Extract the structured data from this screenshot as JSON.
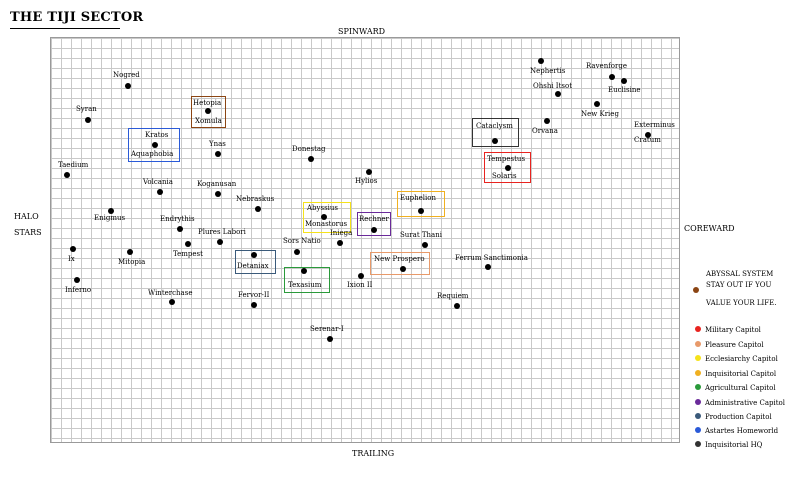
{
  "title": "THE TIJI SECTOR",
  "directions": {
    "top": "SPINWARD",
    "bottom": "TRAILING",
    "right": "COREWARD",
    "left_line1": "HALO",
    "left_line2": "STARS"
  },
  "systems": [
    {
      "name": "Nogred"
    },
    {
      "name": "Syran"
    },
    {
      "name": "Hetopia"
    },
    {
      "name": "Xomula"
    },
    {
      "name": "Kratos"
    },
    {
      "name": "Aquaphobia"
    },
    {
      "name": "Ynas"
    },
    {
      "name": "Taedium"
    },
    {
      "name": "Volcania"
    },
    {
      "name": "Koganusan"
    },
    {
      "name": "Nebraskus"
    },
    {
      "name": "Enigmus"
    },
    {
      "name": "Endrythis"
    },
    {
      "name": "Plures Labori"
    },
    {
      "name": "Tempest"
    },
    {
      "name": "Ix"
    },
    {
      "name": "Mitopia"
    },
    {
      "name": "Inferno"
    },
    {
      "name": "Winterchase"
    },
    {
      "name": "Detaniax"
    },
    {
      "name": "Fervor-II"
    },
    {
      "name": "Sors Natio"
    },
    {
      "name": "Texasium"
    },
    {
      "name": "Donestag"
    },
    {
      "name": "Abyssius"
    },
    {
      "name": "Monastorus"
    },
    {
      "name": "Iniega"
    },
    {
      "name": "Hylios"
    },
    {
      "name": "Rechner"
    },
    {
      "name": "Euphelion"
    },
    {
      "name": "Surat Thani"
    },
    {
      "name": "New Prospero"
    },
    {
      "name": "Ixion II"
    },
    {
      "name": "Serenar-I"
    },
    {
      "name": "Ferrum Sanctimonia"
    },
    {
      "name": "Requiem"
    },
    {
      "name": "Cataclysm"
    },
    {
      "name": "Tempestus"
    },
    {
      "name": "Solaris"
    },
    {
      "name": "Nephertis"
    },
    {
      "name": "Ohshi Itsot"
    },
    {
      "name": "Orvana"
    },
    {
      "name": "Ravenforge"
    },
    {
      "name": "Euclisine"
    },
    {
      "name": "New Krieg"
    },
    {
      "name": "Exterminus"
    },
    {
      "name": "Cratum"
    }
  ],
  "legend": {
    "abyssal_line1": "ABYSSAL SYSTEM",
    "abyssal_line2": "STAY OUT IF YOU",
    "abyssal_line3": "VALUE YOUR LIFE.",
    "abyssal_color": "#8b4513",
    "items": [
      {
        "label": "Military Capitol",
        "color": "#e8231f"
      },
      {
        "label": "Pleasure Capitol",
        "color": "#e89a6a"
      },
      {
        "label": "Ecclesiarchy Capitol",
        "color": "#f5e21a"
      },
      {
        "label": "Inquisitorial Capitol",
        "color": "#f0b020"
      },
      {
        "label": "Agricultural Capitol",
        "color": "#2a9a3a"
      },
      {
        "label": "Administrative Capitol",
        "color": "#6a2a9a"
      },
      {
        "label": "Production Capitol",
        "color": "#3a5a7a"
      },
      {
        "label": "Astartes Homeworld",
        "color": "#2a5ad8"
      },
      {
        "label": "Inquisitorial HQ",
        "color": "#333333"
      }
    ]
  }
}
